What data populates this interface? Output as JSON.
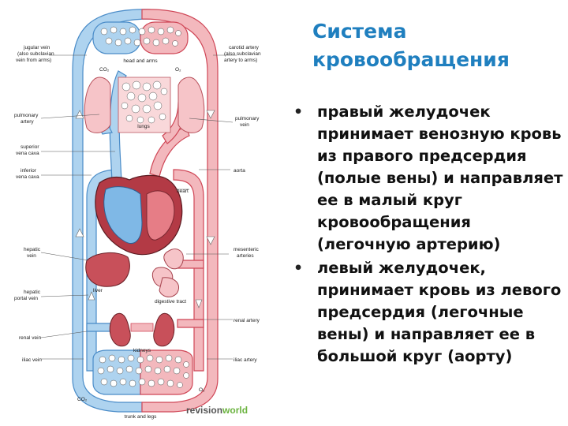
{
  "slide": {
    "title_lines": [
      "Система",
      "кровообращения"
    ],
    "bullets": [
      "правый желудочек принимает венозную кровь из правого предсердия (полые вены) и направляет ее в малый круг кровообращения (легочную артерию)",
      "левый желудочек, принимает кровь из левого предсердия (легочные вены) и направляет ее в большой круг (аорту)"
    ]
  },
  "diagram": {
    "labels": {
      "jugular_vein": [
        "jugular vein",
        "(also subclavian",
        "vein from arms)"
      ],
      "carotid_artery": [
        "carotid artery",
        "(also subclavian",
        "artery to arms)"
      ],
      "head_and_arms": "head and arms",
      "co2_top": "CO₂",
      "o2_top": "O₂",
      "pulmonary_artery": [
        "pulmonary",
        "artery"
      ],
      "pulmonary_vein": [
        "pulmonary",
        "vein"
      ],
      "lungs": "lungs",
      "superior_vena_cava": [
        "superior",
        "vena cava"
      ],
      "inferior_vena_cava": [
        "inferior",
        "vena cava"
      ],
      "aorta": "aorta",
      "heart": "heart",
      "hepatic_vein": [
        "hepatic",
        "vein"
      ],
      "mesenteric_arteries": [
        "mesenteric",
        "arteries"
      ],
      "liver": "liver",
      "hepatic_portal_vein": [
        "hepatic",
        "portal vein"
      ],
      "digestive_tract": "digestive tract",
      "renal_vein": "renal vein",
      "renal_artery": "renal artery",
      "kidneys": "kidneys",
      "iliac_vein": "iliac vein",
      "iliac_artery": "iliac artery",
      "co2_bottom": "CO₂",
      "o2_bottom": "O₂",
      "trunk_and_legs": "trunk and legs"
    },
    "brand": {
      "part1": "revision",
      "part2": "world"
    },
    "colors": {
      "vein": "#aed3ef",
      "vein_stroke": "#4a8cc8",
      "artery": "#f3b8bd",
      "artery_stroke": "#cf4656",
      "organ": "#c8505a",
      "brand_gray": "#555555",
      "brand_green": "#6bb33f"
    }
  }
}
